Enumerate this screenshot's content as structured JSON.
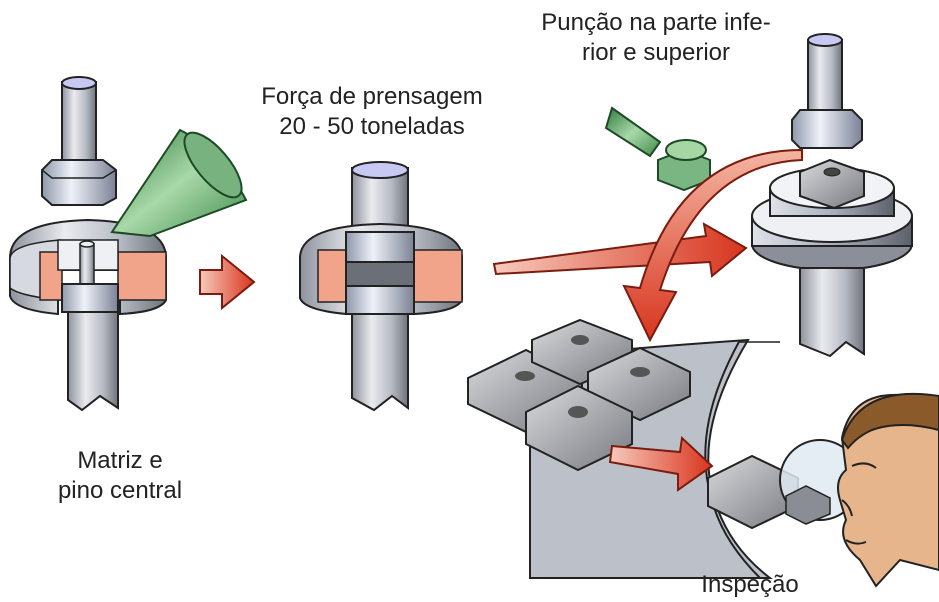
{
  "labels": {
    "force": {
      "line1": "Força de prensagem",
      "line2": "20 - 50 toneladas"
    },
    "punch": {
      "line1": "Punção na parte infe-",
      "line2": "rior e superior"
    },
    "die": {
      "line1": "Matriz e",
      "line2": "pino central"
    },
    "inspection": "Inspeção"
  },
  "colors": {
    "steel": "#c9cdd6",
    "steel_dark": "#7d828d",
    "powder_green": "#5fa86a",
    "section_pink": "#f2a48a",
    "arrow_red": "#e0452f",
    "skin": "#e6b58c",
    "hair": "#8b5a2b"
  },
  "icons": [
    "funnel-icon",
    "process-arrow-icon",
    "magnifier-icon"
  ]
}
